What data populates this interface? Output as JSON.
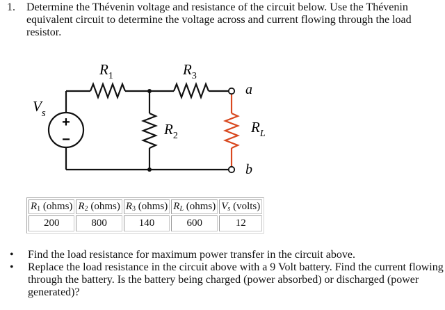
{
  "question": {
    "number": "1.",
    "text": "Determine the Thévenin voltage and resistance of the circuit below. Use the Thévenin equivalent circuit to determine the voltage across and current flowing through the load resistor."
  },
  "circuit": {
    "labels": {
      "source": "V",
      "source_sub": "s",
      "r1": "R",
      "r1_sub": "1",
      "r2": "R",
      "r2_sub": "2",
      "r3": "R",
      "r3_sub": "3",
      "rl": "R",
      "rl_sub": "L",
      "terminal_a": "a",
      "terminal_b": "b",
      "plus": "+",
      "minus": "−"
    },
    "colors": {
      "wire": "#111111",
      "load": "#d9481f"
    }
  },
  "table": {
    "headers": [
      {
        "sym": "R",
        "sub": "1",
        "unit": " (ohms)"
      },
      {
        "sym": "R",
        "sub": "2",
        "unit": " (ohms)"
      },
      {
        "sym": "R",
        "sub": "3",
        "unit": " (ohms)"
      },
      {
        "sym": "R",
        "sub": "L",
        "unit": " (ohms)"
      },
      {
        "sym": "V",
        "sub": "s",
        "unit": " (volts)"
      }
    ],
    "values": [
      "200",
      "800",
      "140",
      "600",
      "12"
    ]
  },
  "bullets": [
    {
      "marker": "•",
      "text": "Find the load resistance for maximum power transfer in the circuit above."
    },
    {
      "marker": "•",
      "text": "Replace the load resistance in the circuit above with a 9 Volt battery. Find the current flowing through the battery. Is the battery being charged (power absorbed) or discharged (power generated)?"
    }
  ]
}
